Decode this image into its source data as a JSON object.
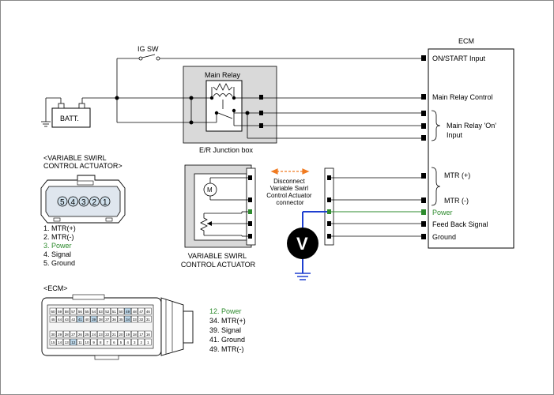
{
  "colors": {
    "power_wire": "#2e8b2e",
    "voltmeter_lead": "#1e3fd0",
    "arrow": "#f07a20",
    "shaded_box": "#d9d9d9",
    "connector_fill": "#dfe6ee",
    "pin_fill": "#cfe0ec"
  },
  "ecm": {
    "title": "ECM",
    "terminals": {
      "on_start_input": "ON/START Input",
      "main_relay_control": "Main Relay Control",
      "main_relay_on_input": "Main Relay 'On' Input",
      "mtr_plus": "MTR (+)",
      "mtr_minus": "MTR (-)",
      "power": "Power",
      "feed_back_signal": "Feed Back Signal",
      "ground": "Ground"
    }
  },
  "ig_switch_label": "IG SW",
  "battery_label": "BATT.",
  "main_relay_label": "Main Relay",
  "junction_box_label": "E/R Junction box",
  "actuator": {
    "title": "VARIABLE SWIRL CONTROL ACTUATOR",
    "motor_symbol": "M"
  },
  "disconnect_note": "Disconnect Variable Swirl Control Actuator connector",
  "voltmeter_symbol": "V",
  "actuator_connector": {
    "title": "<VARIABLE SWIRL CONTROL ACTUATOR>",
    "pins": [
      "5",
      "4",
      "3",
      "2",
      "1"
    ],
    "pin_list": [
      {
        "text": "1. MTR(+)",
        "highlight": false
      },
      {
        "text": "2. MTR(-)",
        "highlight": false
      },
      {
        "text": "3. Power",
        "highlight": true
      },
      {
        "text": "4. Signal",
        "highlight": false
      },
      {
        "text": "5. Ground",
        "highlight": false
      }
    ]
  },
  "ecm_connector": {
    "title": "<ECM>",
    "pin_list": [
      {
        "text": "12. Power",
        "highlight": true
      },
      {
        "text": "34. MTR(+)",
        "highlight": false
      },
      {
        "text": "39. Signal",
        "highlight": false
      },
      {
        "text": "41. Ground",
        "highlight": false
      },
      {
        "text": "49. MTR(-)",
        "highlight": false
      }
    ],
    "row1": [
      "60",
      "59",
      "58",
      "57",
      "56",
      "55",
      "54",
      "53",
      "52",
      "51",
      "50",
      "49",
      "48",
      "47",
      "46"
    ],
    "row2": [
      "45",
      "44",
      "43",
      "42",
      "41",
      "40",
      "39",
      "38",
      "37",
      "36",
      "35",
      "34",
      "33",
      "32",
      "31"
    ],
    "row3": [
      "30",
      "29",
      "28",
      "27",
      "26",
      "25",
      "24",
      "23",
      "22",
      "21",
      "20",
      "19",
      "18",
      "17",
      "16"
    ],
    "row4": [
      "15",
      "14",
      "13",
      "12",
      "11",
      "10",
      "9",
      "8",
      "7",
      "6",
      "5",
      "4",
      "3",
      "2",
      "1"
    ]
  }
}
